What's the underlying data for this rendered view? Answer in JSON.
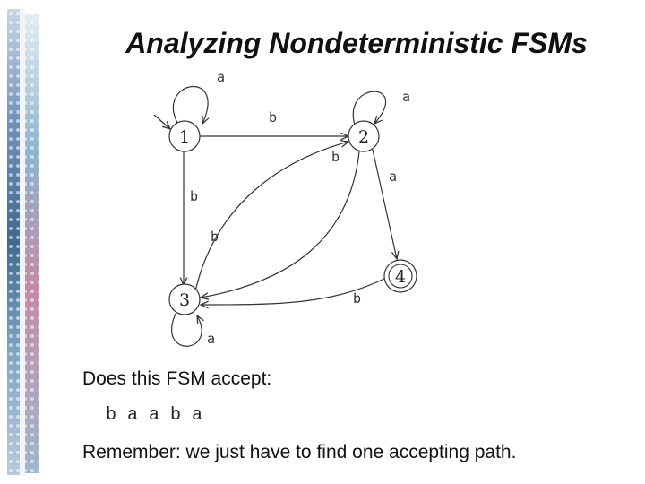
{
  "slide": {
    "title": "Analyzing Nondeterministic FSMs",
    "question": "Does this FSM accept:",
    "input_string": "baaba",
    "note": "Remember: we just have to find one accepting path."
  },
  "fsm": {
    "states": [
      "1",
      "2",
      "3",
      "4"
    ],
    "start_state": "1",
    "accepting_states": [
      "4"
    ],
    "transitions": [
      {
        "from": "1",
        "to": "1",
        "symbol": "a"
      },
      {
        "from": "1",
        "to": "2",
        "symbol": "b"
      },
      {
        "from": "1",
        "to": "3",
        "symbol": "b"
      },
      {
        "from": "2",
        "to": "2",
        "symbol": "a"
      },
      {
        "from": "2",
        "to": "3",
        "symbol": "b"
      },
      {
        "from": "2",
        "to": "4",
        "symbol": "a"
      },
      {
        "from": "3",
        "to": "2",
        "symbol": "b"
      },
      {
        "from": "3",
        "to": "3",
        "symbol": "a"
      },
      {
        "from": "4",
        "to": "3",
        "symbol": "b"
      }
    ]
  },
  "colors": {
    "text": "#111111",
    "lines": "#333333"
  }
}
